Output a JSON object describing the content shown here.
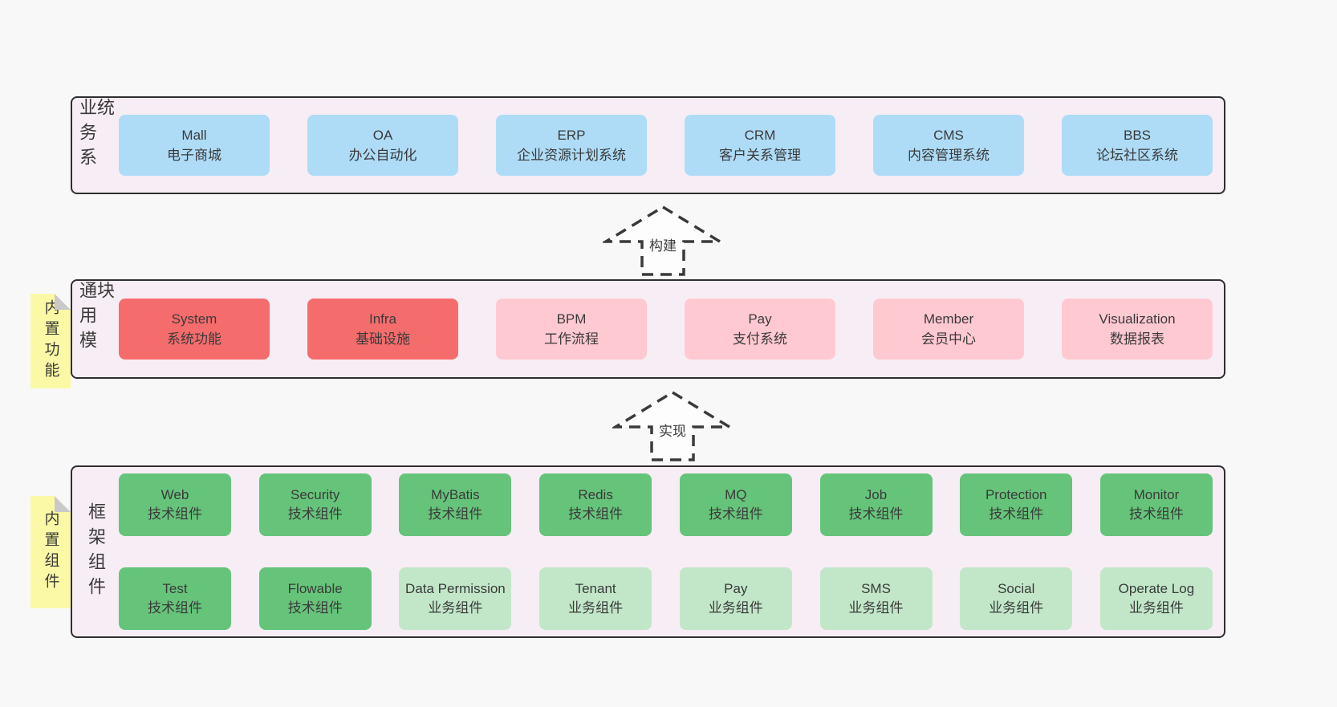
{
  "colors": {
    "page_bg": "#f8f8f8",
    "container_bg": "#f7edf5",
    "container_border": "#2f2f2f",
    "blue": "#aedcf7",
    "red": "#f56c6c",
    "pink": "#ffc9d1",
    "green": "#66c47a",
    "green_light": "#c2e7c8",
    "yellow_note": "#fbf9a5",
    "note_fold": "#c9c9c9",
    "text": "#3a3a3a"
  },
  "arrows": [
    {
      "label": "构建"
    },
    {
      "label": "实现"
    }
  ],
  "layers": [
    {
      "label": "业务系统",
      "boxes": [
        {
          "name": "Mall",
          "desc": "电子商城"
        },
        {
          "name": "OA",
          "desc": "办公自动化"
        },
        {
          "name": "ERP",
          "desc": "企业资源计划系统"
        },
        {
          "name": "CRM",
          "desc": "客户关系管理"
        },
        {
          "name": "CMS",
          "desc": "内容管理系统"
        },
        {
          "name": "BBS",
          "desc": "论坛社区系统"
        }
      ]
    },
    {
      "label": "通用模块",
      "note": "内置功能",
      "boxes": [
        {
          "name": "System",
          "desc": "系统功能"
        },
        {
          "name": "Infra",
          "desc": "基础设施"
        },
        {
          "name": "BPM",
          "desc": "工作流程"
        },
        {
          "name": "Pay",
          "desc": "支付系统"
        },
        {
          "name": "Member",
          "desc": "会员中心"
        },
        {
          "name": "Visualization",
          "desc": "数据报表"
        }
      ]
    },
    {
      "label": "框架组件",
      "note": "内置组件",
      "rows": [
        [
          {
            "name": "Web",
            "desc": "技术组件"
          },
          {
            "name": "Security",
            "desc": "技术组件"
          },
          {
            "name": "MyBatis",
            "desc": "技术组件"
          },
          {
            "name": "Redis",
            "desc": "技术组件"
          },
          {
            "name": "MQ",
            "desc": "技术组件"
          },
          {
            "name": "Job",
            "desc": "技术组件"
          },
          {
            "name": "Protection",
            "desc": "技术组件"
          },
          {
            "name": "Monitor",
            "desc": "技术组件"
          }
        ],
        [
          {
            "name": "Test",
            "desc": "技术组件"
          },
          {
            "name": "Flowable",
            "desc": "技术组件"
          },
          {
            "name": "Data Permission",
            "desc": "业务组件"
          },
          {
            "name": "Tenant",
            "desc": "业务组件"
          },
          {
            "name": "Pay",
            "desc": "业务组件"
          },
          {
            "name": "SMS",
            "desc": "业务组件"
          },
          {
            "name": "Social",
            "desc": "业务组件"
          },
          {
            "name": "Operate Log",
            "desc": "业务组件"
          }
        ]
      ]
    }
  ]
}
